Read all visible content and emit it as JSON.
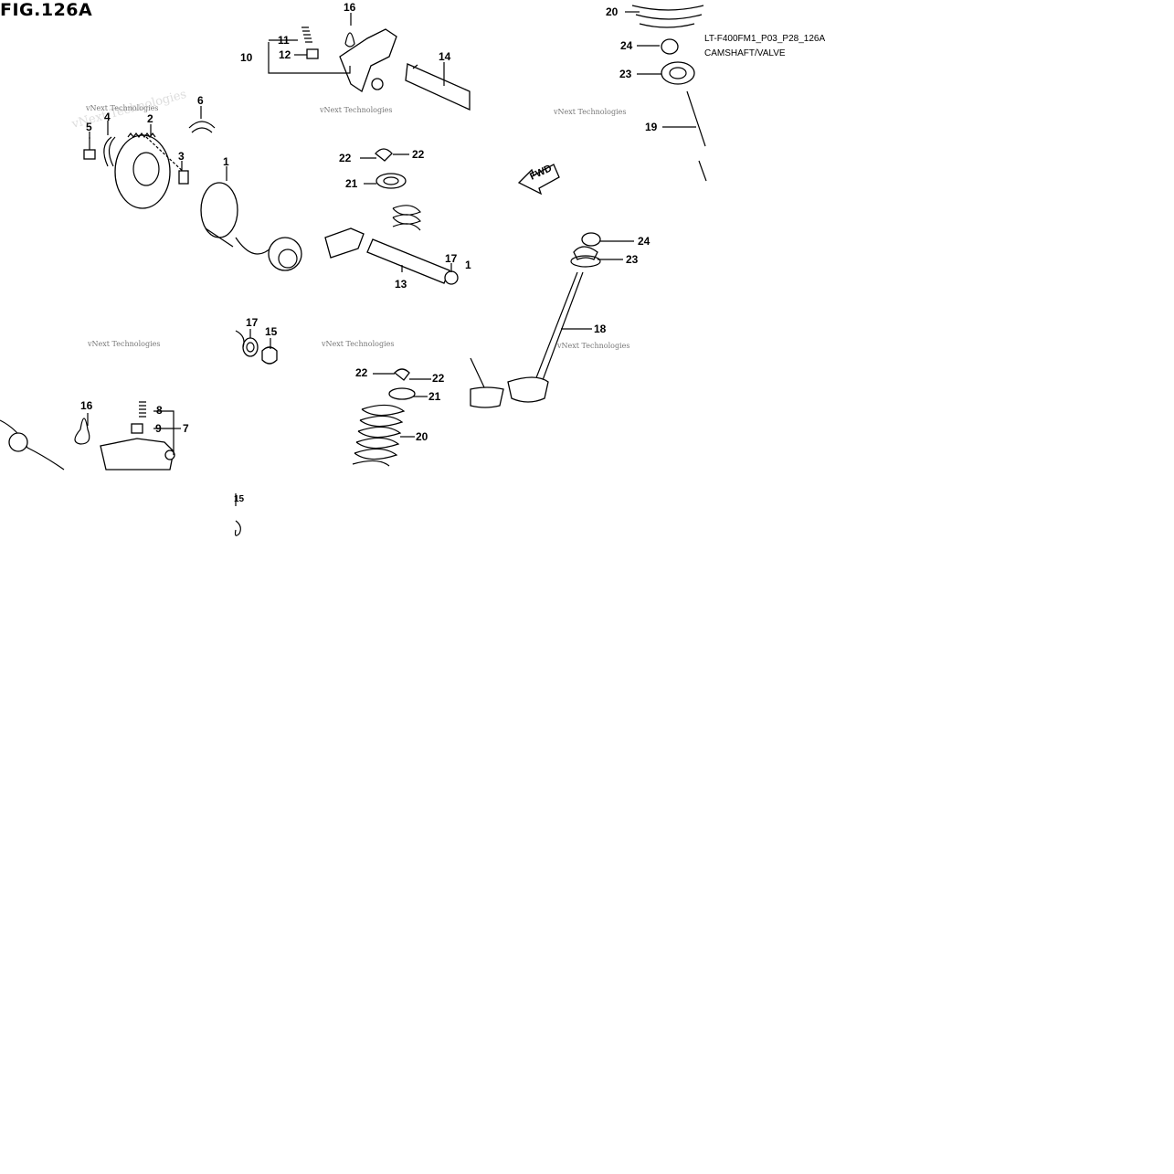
{
  "figure": {
    "title": "FIG.126A",
    "code": "LT-F400FM1_P03_P28_126A",
    "caption": "CAMSHAFT/VALVE",
    "forward_arrow": "FWD",
    "watermark": "vNext Technologies"
  },
  "callouts": {
    "c1": "1",
    "c2": "2",
    "c3": "3",
    "c4": "4",
    "c5": "5",
    "c6": "6",
    "c7": "7",
    "c8": "8",
    "c9": "9",
    "c10": "10",
    "c11": "11",
    "c12": "12",
    "c13": "13",
    "c14": "14",
    "c15a": "15",
    "c15b": "15",
    "c16a": "16",
    "c16b": "16",
    "c17a": "17",
    "c17b": "17",
    "c18": "18",
    "c19": "19",
    "c20a": "20",
    "c20b": "20",
    "c21a": "21",
    "c21b": "21",
    "c22a": "22",
    "c22b": "22",
    "c22c": "22",
    "c22d": "22",
    "c23a": "23",
    "c23b": "23",
    "c24a": "24",
    "c24b": "24",
    "c1b": "1"
  }
}
